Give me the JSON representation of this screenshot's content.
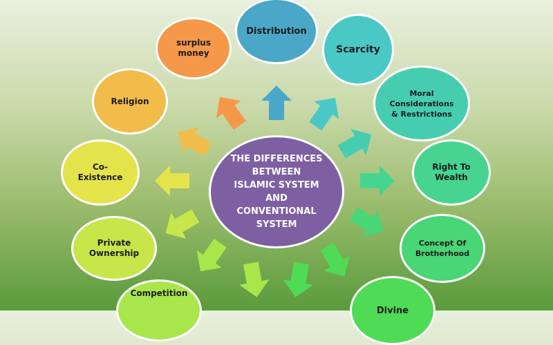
{
  "center": {
    "lines": [
      "THE DIFFERENCES",
      "BETWEEN",
      "ISLAMIC SYSTEM",
      "AND",
      "CONVENTIONAL",
      "SYSTEM"
    ],
    "color": "#7e5fa2"
  },
  "nodes": [
    {
      "id": "distribution",
      "label": "Distribution",
      "color": "#4aa7c7"
    },
    {
      "id": "scarcity",
      "label": "Scarcity",
      "color": "#4ac8c6"
    },
    {
      "id": "moral",
      "label": "Moral\nConsiderations\n& Restrictions",
      "color": "#46cdb0"
    },
    {
      "id": "right-to-wealth",
      "label": "Right To\nWealth",
      "color": "#47d491"
    },
    {
      "id": "brotherhood",
      "label": "Concept Of\nBrotherhood",
      "color": "#48d676"
    },
    {
      "id": "divine",
      "label": "Divine",
      "color": "#4fdb55"
    },
    {
      "id": "competition",
      "label": "Competition",
      "color": "#a9e64c"
    },
    {
      "id": "private-ownership",
      "label": "Private\nOwnership",
      "color": "#c6e64a"
    },
    {
      "id": "co-existence",
      "label": "Co-\nExistence",
      "color": "#e5e34b"
    },
    {
      "id": "religion",
      "label": "Religion",
      "color": "#f2bc4a"
    },
    {
      "id": "surplus-money",
      "label": "surplus\nmoney",
      "color": "#f5984a"
    }
  ]
}
